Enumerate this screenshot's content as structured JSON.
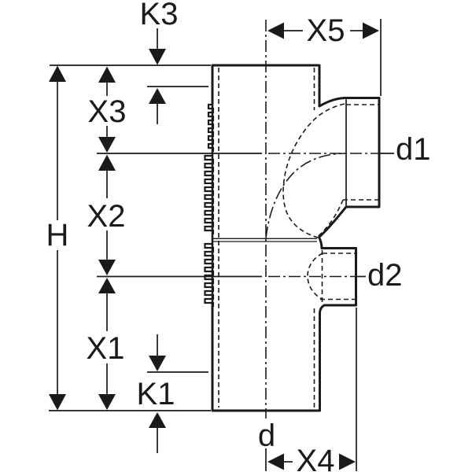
{
  "drawing": {
    "description": "Dimensional line drawing of a pipe branch fitting (swept tee with two right-side outlets, ribbed spigot body)",
    "background_color": "#ffffff",
    "line_color": "#1a1a1a",
    "labels": {
      "K3": "K3",
      "X5": "X5",
      "X3": "X3",
      "d1": "d1",
      "X2": "X2",
      "H": "H",
      "d2": "d2",
      "X1": "X1",
      "K1": "K1",
      "d": "d",
      "X4": "X4"
    }
  }
}
